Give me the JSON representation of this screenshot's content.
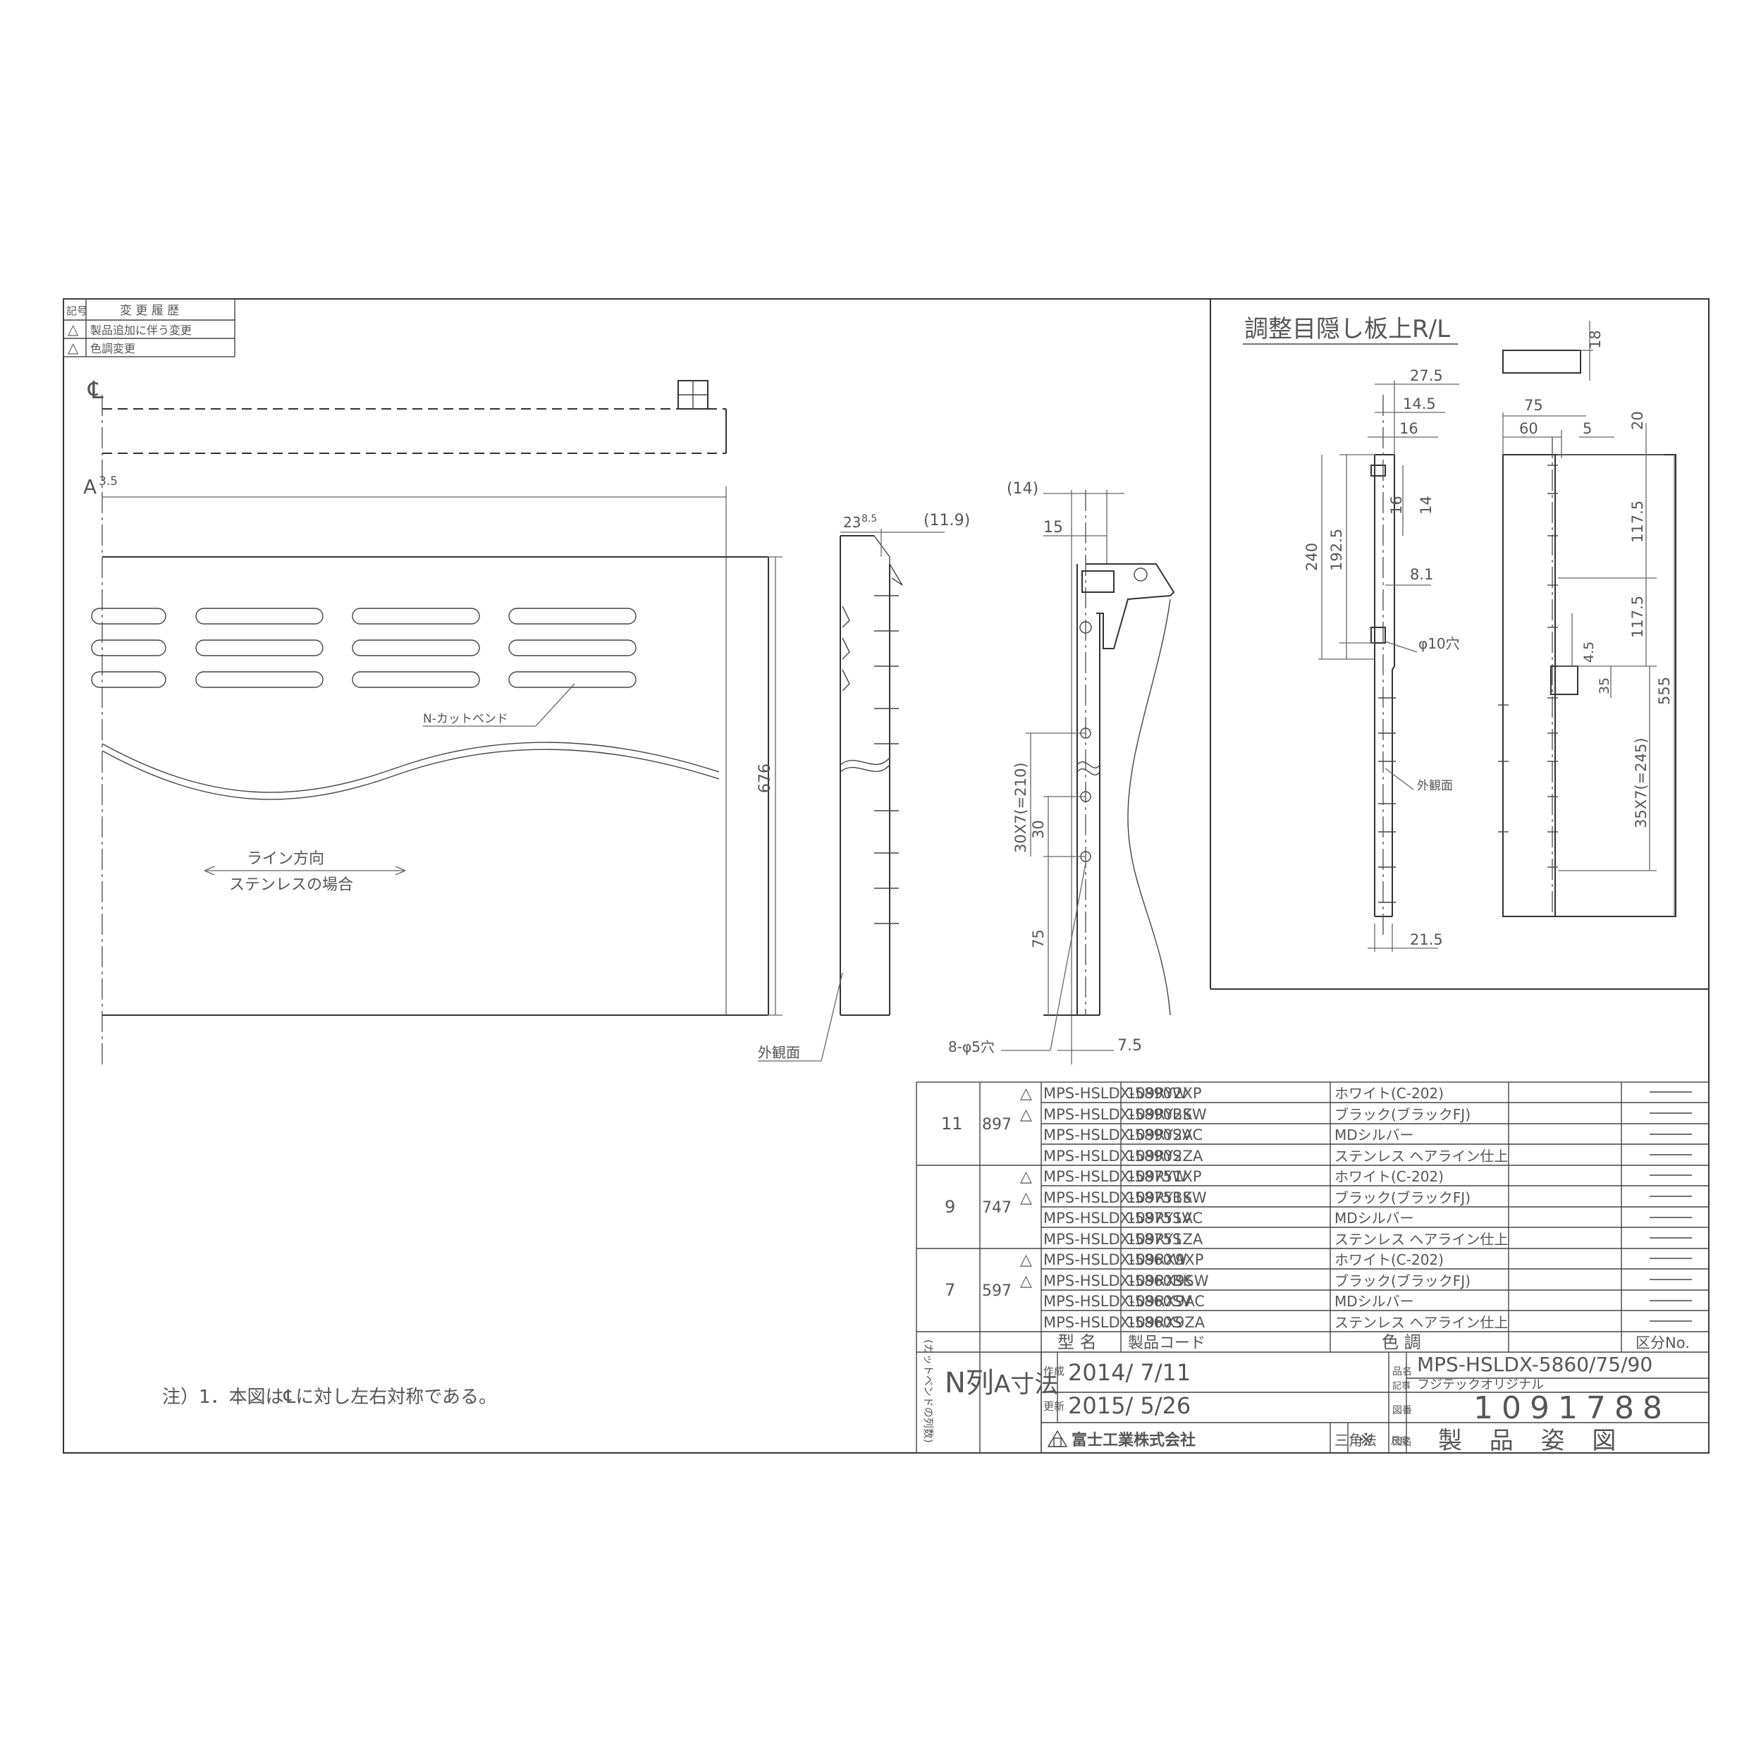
{
  "revision_table": {
    "header_symbol": "記号",
    "header_label": "変 更 履 歴",
    "rows": [
      {
        "symbol": "△",
        "text": "製品追加に伴う変更"
      },
      {
        "symbol": "△",
        "text": "色調変更"
      }
    ]
  },
  "front_view": {
    "centerline_mark": "℄",
    "a_mark": "A",
    "a_superscript": "3.5",
    "height_dim": "676",
    "slot_note": "N-カットベンド",
    "direction_line1": "ライン方向",
    "direction_line2": "ステンレスの場合",
    "exterior_label": "外観面"
  },
  "side_view": {
    "dim_top": "23",
    "dim_top_sup": "8.5",
    "dim_offset": "(11.9)"
  },
  "section_view": {
    "dim_14": "(14)",
    "dim_15": "15",
    "dim_pitch": "30X7(=210)",
    "dim_30": "30",
    "dim_75": "75",
    "dim_7_5": "7.5",
    "hole_note": "8-φ5穴"
  },
  "adjust_plate": {
    "title": "調整目隠し板上R/L",
    "dims_left": {
      "d27_5": "27.5",
      "d14_5": "14.5",
      "d16": "16",
      "d16b": "16",
      "d14": "14",
      "d240": "240",
      "d192_5": "192.5",
      "d8_1": "8.1",
      "hole": "φ10穴",
      "exterior": "外観面",
      "d21_5": "21.5"
    },
    "dims_right": {
      "d18": "18",
      "d75": "75",
      "d60": "60",
      "d5": "5",
      "d20": "20",
      "d117_5a": "117.5",
      "d117_5b": "117.5",
      "d4_5": "4.5",
      "d35": "35",
      "d555": "555",
      "d_pitch": "35X7(=245)"
    }
  },
  "note": "注）1．本図は℄に対し左右対称である。",
  "parts_table": {
    "groups": [
      {
        "n": "11",
        "a": "897",
        "rows": [
          {
            "rev": "△",
            "model": "MPS-HSLDX-5890W",
            "code": "109RY2XP",
            "color": "ホワイト(C-202)"
          },
          {
            "rev": "△",
            "model": "MPS-HSLDX-5890BK",
            "code": "109RY2SW",
            "color": "ブラック(ブラックFJ)"
          },
          {
            "rev": "",
            "model": "MPS-HSLDX-5890SV",
            "code": "109RY2AC",
            "color": "MDシルバー"
          },
          {
            "rev": "",
            "model": "MPS-HSLDX-5890S",
            "code": "109RY2ZA",
            "color": "ステンレス ヘアライン仕上"
          }
        ]
      },
      {
        "n": "9",
        "a": "747",
        "rows": [
          {
            "rev": "△",
            "model": "MPS-HSLDX-5875W",
            "code": "109RY1XP",
            "color": "ホワイト(C-202)"
          },
          {
            "rev": "△",
            "model": "MPS-HSLDX-5875BK",
            "code": "109RY1SW",
            "color": "ブラック(ブラックFJ)"
          },
          {
            "rev": "",
            "model": "MPS-HSLDX-5875SV",
            "code": "109RY1AC",
            "color": "MDシルバー"
          },
          {
            "rev": "",
            "model": "MPS-HSLDX-5875S",
            "code": "109RY1ZA",
            "color": "ステンレス ヘアライン仕上"
          }
        ]
      },
      {
        "n": "7",
        "a": "597",
        "rows": [
          {
            "rev": "△",
            "model": "MPS-HSLDX-5860W",
            "code": "109RX9XP",
            "color": "ホワイト(C-202)"
          },
          {
            "rev": "△",
            "model": "MPS-HSLDX-5860BK",
            "code": "109RX9SW",
            "color": "ブラック(ブラックFJ)"
          },
          {
            "rev": "",
            "model": "MPS-HSLDX-5860SV",
            "code": "109RX9AC",
            "color": "MDシルバー"
          },
          {
            "rev": "",
            "model": "MPS-HSLDX-5860S",
            "code": "109RX9ZA",
            "color": "ステンレス ヘアライン仕上"
          }
        ]
      }
    ],
    "header": {
      "model": "型 名",
      "code": "製品コード",
      "color": "色 調",
      "division": "区分No."
    }
  },
  "title_block": {
    "n_col": "N列",
    "n_col_note": "(カットベンドの列数)",
    "a_col": "A寸法",
    "created_label": "作成",
    "created_date": "2014/ 7/11",
    "updated_label": "更新",
    "updated_date": "2015/ 5/26",
    "company": "富士工業株式会社",
    "projection": "三角法",
    "scale_label": "尺度",
    "scale": "※",
    "model_label": "品名",
    "model": "MPS-HSLDX-5860/75/90",
    "sub_label": "記事",
    "sub": "フジテックオリジナル",
    "drawing_no_label": "図番",
    "drawing_no": "1091788",
    "drawing_name_label": "図名",
    "drawing_name": "製 品 姿 図"
  }
}
